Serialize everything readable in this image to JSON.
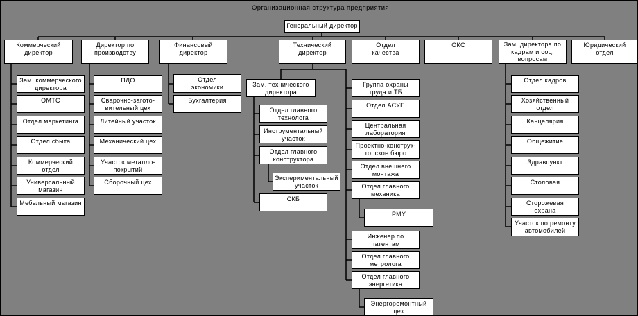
{
  "diagram": {
    "title": "Организационная структура предприятия",
    "root": {
      "label": "Генеральный директор"
    },
    "colors": {
      "background": "#808080",
      "box_fill": "#ffffff",
      "box_border": "#000000",
      "connector": "#000000",
      "text": "#000000"
    },
    "branches": [
      {
        "label": "Коммерческий\nдиректор",
        "children": [
          {
            "label": "Зам. коммерческого\nдиректора"
          },
          {
            "label": "ОМТС"
          },
          {
            "label": "Отдел маркетинга"
          },
          {
            "label": "Отдел сбыта"
          },
          {
            "label": "Коммерческий\nотдел"
          },
          {
            "label": "Универсальный\nмагазин"
          },
          {
            "label": "Мебельный магазин"
          }
        ]
      },
      {
        "label": "Директор по\nпроизводству",
        "children": [
          {
            "label": "ПДО"
          },
          {
            "label": "Сварочно-загото-\nвительный цех"
          },
          {
            "label": "Литейный участок"
          },
          {
            "label": "Механический цех"
          },
          {
            "label": "Участок металло-\nпокрытий"
          },
          {
            "label": "Сборочный цех"
          }
        ]
      },
      {
        "label": "Финансовый\nдиректор",
        "children": [
          {
            "label": "Отдел\nэкономики"
          },
          {
            "label": "Бухгалтерия"
          }
        ]
      },
      {
        "label": "Технический\nдиректор",
        "deputy": {
          "label": "Зам. технического\nдиректора",
          "children": [
            {
              "label": "Отдел главного\nтехнолога"
            },
            {
              "label": "Инструментальный\nучасток"
            },
            {
              "label": "Отдел главного\nконструктора",
              "children": [
                {
                  "label": "Экспериментальный\nучасток"
                }
              ]
            },
            {
              "label": "СКБ"
            }
          ]
        },
        "children": [
          {
            "label": "Группа охраны\nтруда и ТБ"
          },
          {
            "label": "Отдел АСУП"
          },
          {
            "label": "Центральная\nлаборатория"
          },
          {
            "label": "Проектно-конструк-\nторское бюро"
          },
          {
            "label": "Отдел внешнего\nмонтажа"
          },
          {
            "label": "Отдел главного\nмеханика",
            "children": [
              {
                "label": "РМУ"
              }
            ]
          },
          {
            "label": "Инженер по\nпатентам"
          },
          {
            "label": "Отдел главного\nметролога"
          },
          {
            "label": "Отдел главного\nэнергетика",
            "children": [
              {
                "label": "Энергоремонтный\nцех"
              }
            ]
          }
        ]
      },
      {
        "label": "Отдел\nкачества"
      },
      {
        "label": "ОКС"
      },
      {
        "label": "Зам. директора по\nкадрам и соц.\nвопросам",
        "children": [
          {
            "label": "Отдел кадров"
          },
          {
            "label": "Хозяйственный\nотдел"
          },
          {
            "label": "Канцелярия"
          },
          {
            "label": "Общежитие"
          },
          {
            "label": "Здравпункт"
          },
          {
            "label": "Столовая"
          },
          {
            "label": "Сторожевая\nохрана"
          },
          {
            "label": "Участок по ремонту\nавтомобилей"
          }
        ]
      },
      {
        "label": "Юридический\nотдел"
      }
    ]
  }
}
